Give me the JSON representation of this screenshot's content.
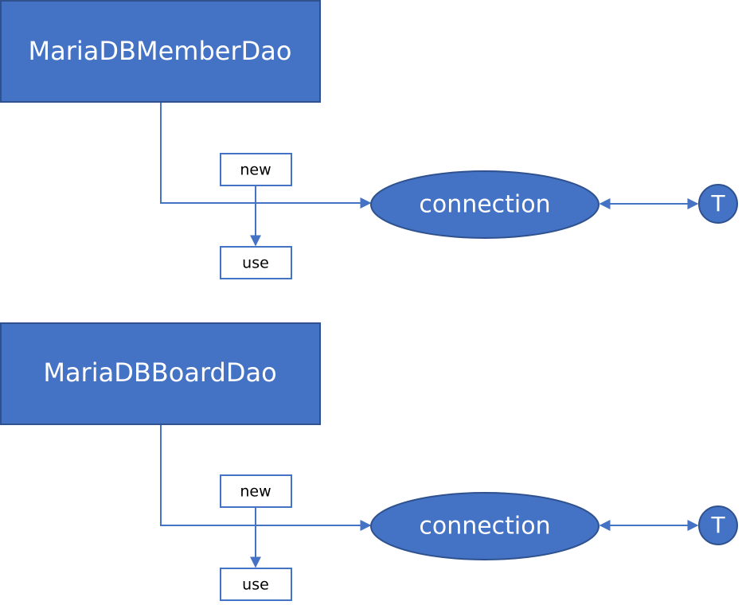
{
  "colors": {
    "fill": "#4472c4",
    "stroke": "#2f528f",
    "line": "#4472c4",
    "text_light": "#ffffff",
    "text_dark": "#000000"
  },
  "groups": [
    {
      "dao_label": "MariaDBMemberDao",
      "new_label": "new",
      "use_label": "use",
      "connection_label": "connection",
      "t_label": "T"
    },
    {
      "dao_label": "MariaDBBoardDao",
      "new_label": "new",
      "use_label": "use",
      "connection_label": "connection",
      "t_label": "T"
    }
  ]
}
